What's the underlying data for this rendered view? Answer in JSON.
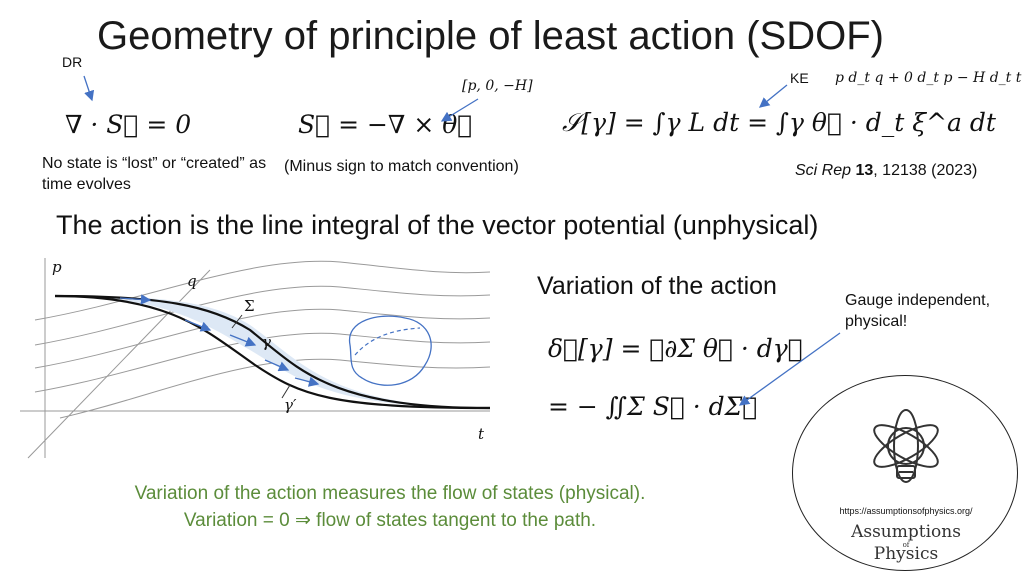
{
  "slide": {
    "title": "Geometry of principle of least action (SDOF)",
    "dr_label": "DR",
    "ke_label": "KE",
    "ke_expression": "p d_t q + 0 d_t p − H d_t t",
    "divergence_eq": "∇ · S⃗ = 0",
    "divergence_note": "No state is “lost” or “created” as time evolves",
    "potential_vector": "[p, 0, −H]",
    "potential_eq": "S⃗ = −∇ × θ⃗",
    "potential_note": "(Minus sign to match convention)",
    "action_eq": "𝒮[γ] = ∫γ L dt = ∫γ θ⃗ · d_t ξ^a dt",
    "citation_journal": "Sci Rep",
    "citation_volume": "13",
    "citation_rest": ", 12138 (2023)",
    "subtitle": "The action is the line integral of the vector potential (unphysical)",
    "variation_heading": "Variation of the action",
    "variation_eq1": "δ𝒮[γ] = ∮∂Σ θ⃗ · dγ⃗",
    "variation_eq2": "= − ∬Σ S⃗ · dΣ⃗",
    "gauge_note": "Gauge independent, physical!",
    "bottom_line1": "Variation of the action measures the flow of states (physical).",
    "bottom_line2": "Variation = 0 ⇒ flow of states tangent to the path."
  },
  "diagram": {
    "axis_p": "p",
    "axis_q": "q",
    "axis_t": "t",
    "label_sigma": "Σ",
    "label_gamma": "γ",
    "label_gamma_prime": "γ′"
  },
  "logo": {
    "url": "https://assumptionsofphysics.org/",
    "name_line1": "Assumptions",
    "name_of": "of",
    "name_line2": "Physics",
    "icon": "atom-lightbulb-icon"
  },
  "colors": {
    "accent_blue": "#4472c4",
    "green": "#5b8c3a",
    "fill_blue": "#dde8f5"
  }
}
